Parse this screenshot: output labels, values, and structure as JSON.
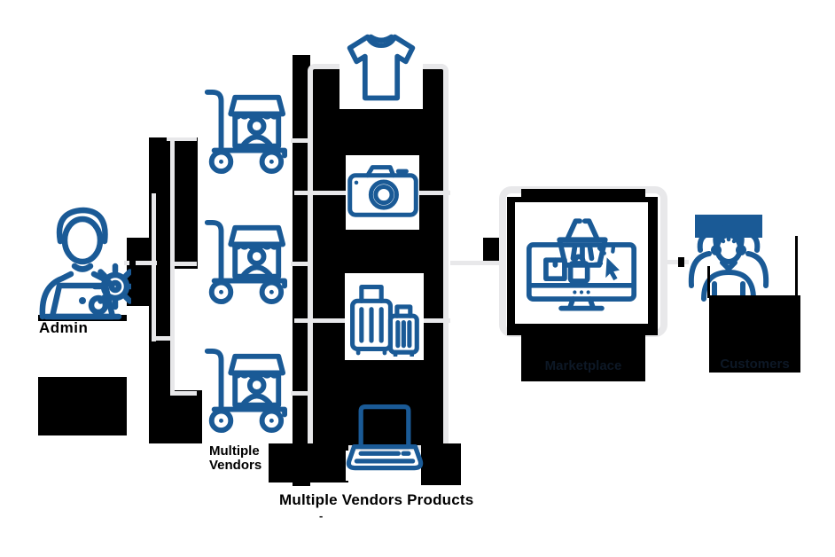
{
  "colors": {
    "accent_blue": "#1a5a96",
    "connector_gray": "#e8e8ea",
    "black": "#000000",
    "faint_label": "#0d1826",
    "background": "#ffffff"
  },
  "diagram": {
    "admin": {
      "label": "Admin",
      "icon": "admin-at-laptop-with-gear"
    },
    "vendors": {
      "label": "Multiple Vendors",
      "count": 3,
      "icon": "vendor-stall-on-trolley"
    },
    "products": {
      "label": "Multiple Vendors Products",
      "dash": "-",
      "items": [
        "t-shirt",
        "camera",
        "luggage",
        "laptop"
      ],
      "icon": "product-icons-column"
    },
    "marketplace": {
      "label": "Marketplace",
      "icon": "monitor-with-shopping-basket"
    },
    "customers": {
      "label": "Customers",
      "icon": "people-group"
    }
  }
}
